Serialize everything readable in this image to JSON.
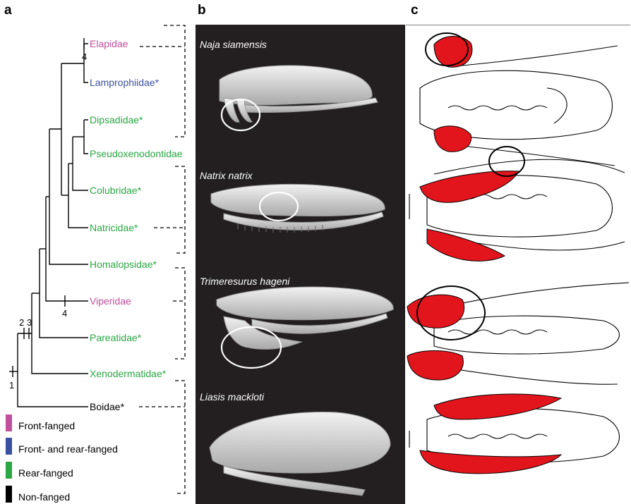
{
  "panels": {
    "a": "a",
    "b": "b",
    "c": "c"
  },
  "colors": {
    "front": "#c0509a",
    "frontrear": "#3b4fa0",
    "rear": "#2aa744",
    "non": "#000000",
    "fang": "#e2151c",
    "photo_bg": "#231f20"
  },
  "tree": {
    "taxa": [
      {
        "name": "Elapidae",
        "group": "front"
      },
      {
        "name": "Lamprophiidae*",
        "group": "frontrear"
      },
      {
        "name": "Dipsadidae*",
        "group": "rear"
      },
      {
        "name": "Pseudoxenodontidae",
        "group": "rear"
      },
      {
        "name": "Colubridae*",
        "group": "rear"
      },
      {
        "name": "Natricidae*",
        "group": "rear"
      },
      {
        "name": "Homalopsidae*",
        "group": "rear"
      },
      {
        "name": "Viperidae",
        "group": "front"
      },
      {
        "name": "Pareatidae*",
        "group": "rear"
      },
      {
        "name": "Xenodermatidae*",
        "group": "rear"
      },
      {
        "name": "Boidae*",
        "group": "non"
      }
    ],
    "node_labels": [
      "4",
      "4",
      "2",
      "3",
      "1"
    ]
  },
  "species": [
    "Naja siamensis",
    "Natrix natrix",
    "Trimeresurus hageni",
    "Liasis mackloti"
  ],
  "legend": [
    {
      "label": "Front-fanged",
      "group": "front"
    },
    {
      "label": "Front- and rear-fanged",
      "group": "frontrear"
    },
    {
      "label": "Rear-fanged",
      "group": "rear"
    },
    {
      "label": "Non-fanged",
      "group": "non"
    }
  ]
}
